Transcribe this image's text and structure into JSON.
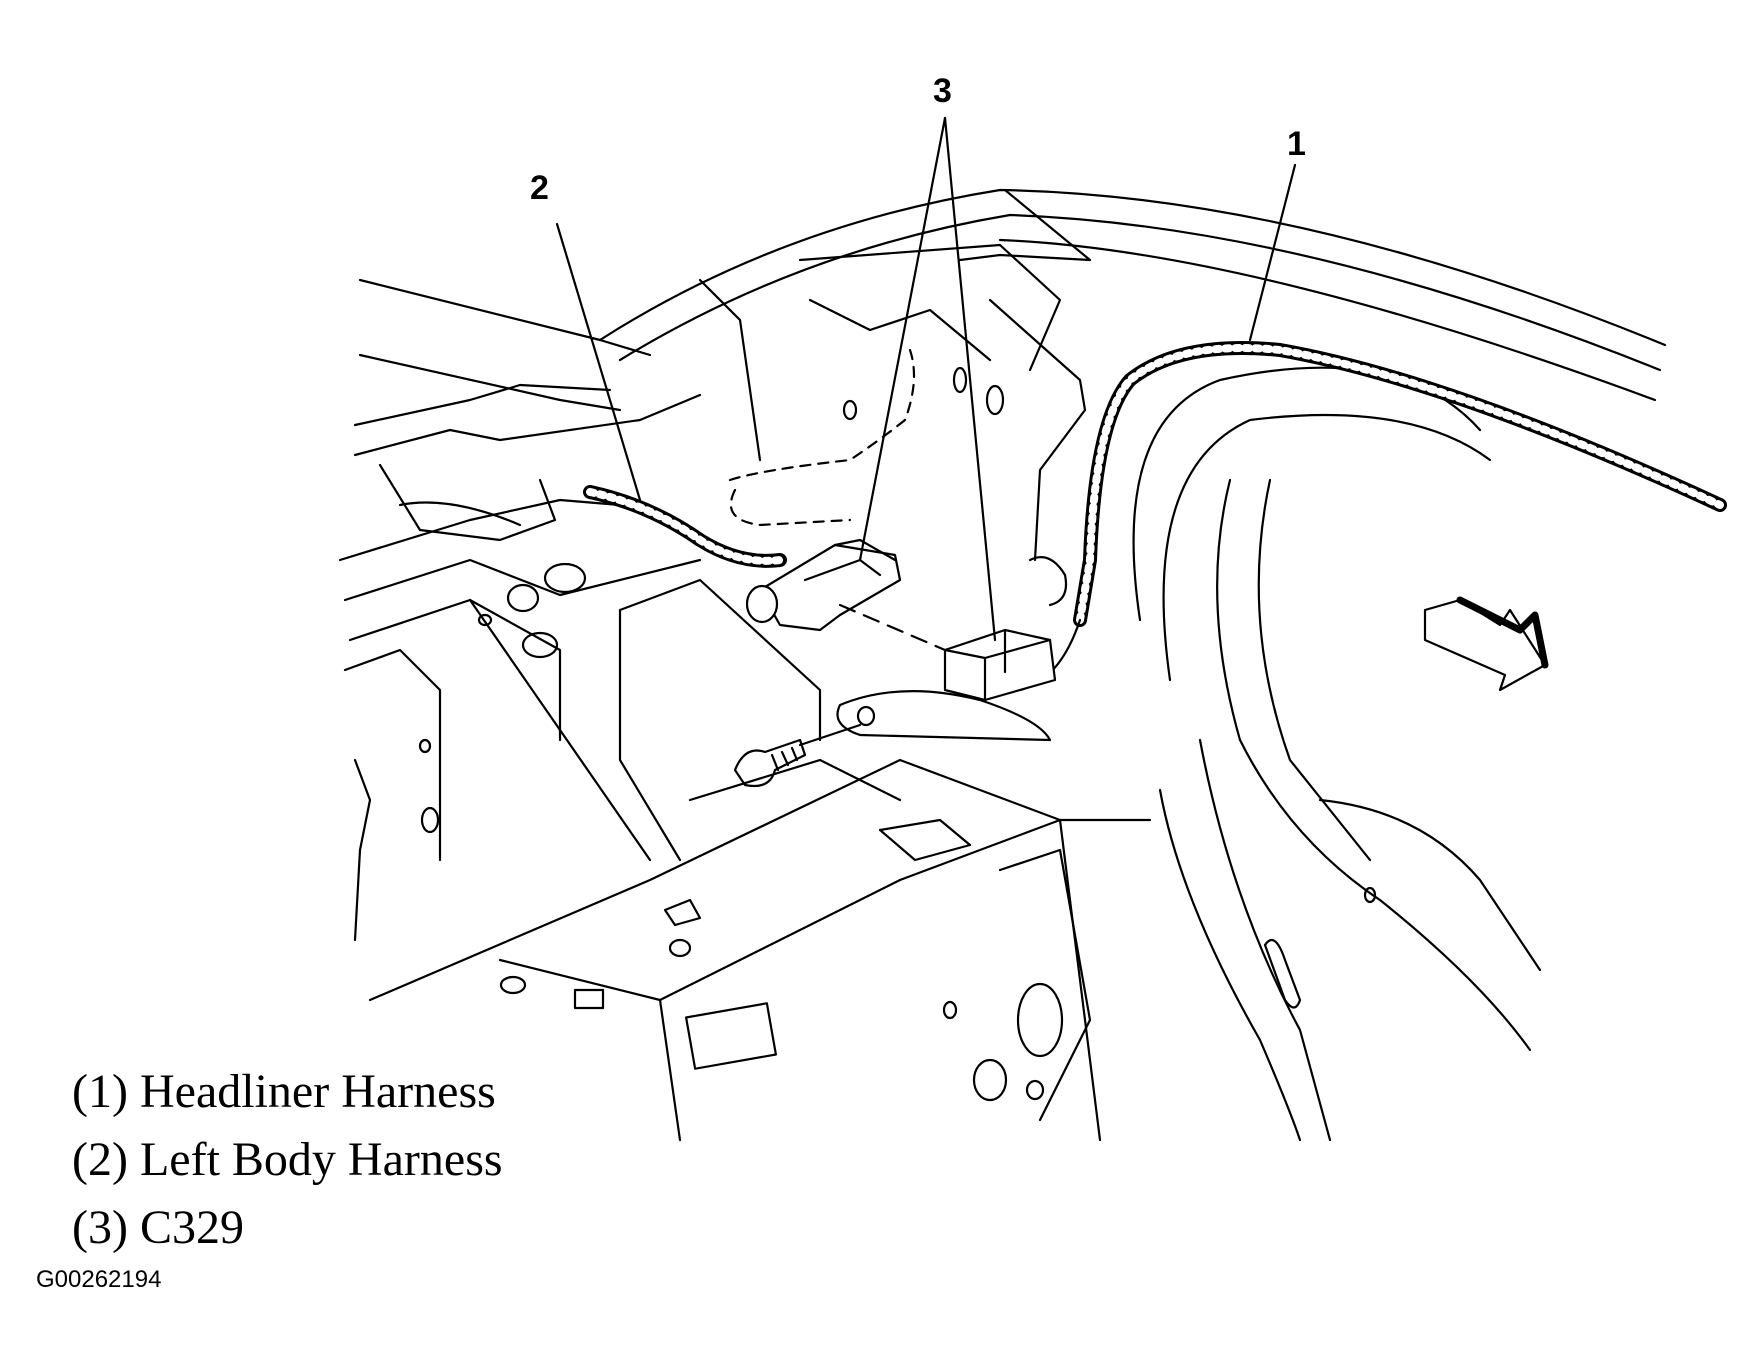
{
  "callouts": [
    {
      "number": "1"
    },
    {
      "number": "2"
    },
    {
      "number": "3"
    }
  ],
  "legend": [
    {
      "text": "(1) Headliner Harness"
    },
    {
      "text": "(2) Left Body Harness"
    },
    {
      "text": "(3) C329"
    }
  ],
  "figure_id": "G00262194"
}
